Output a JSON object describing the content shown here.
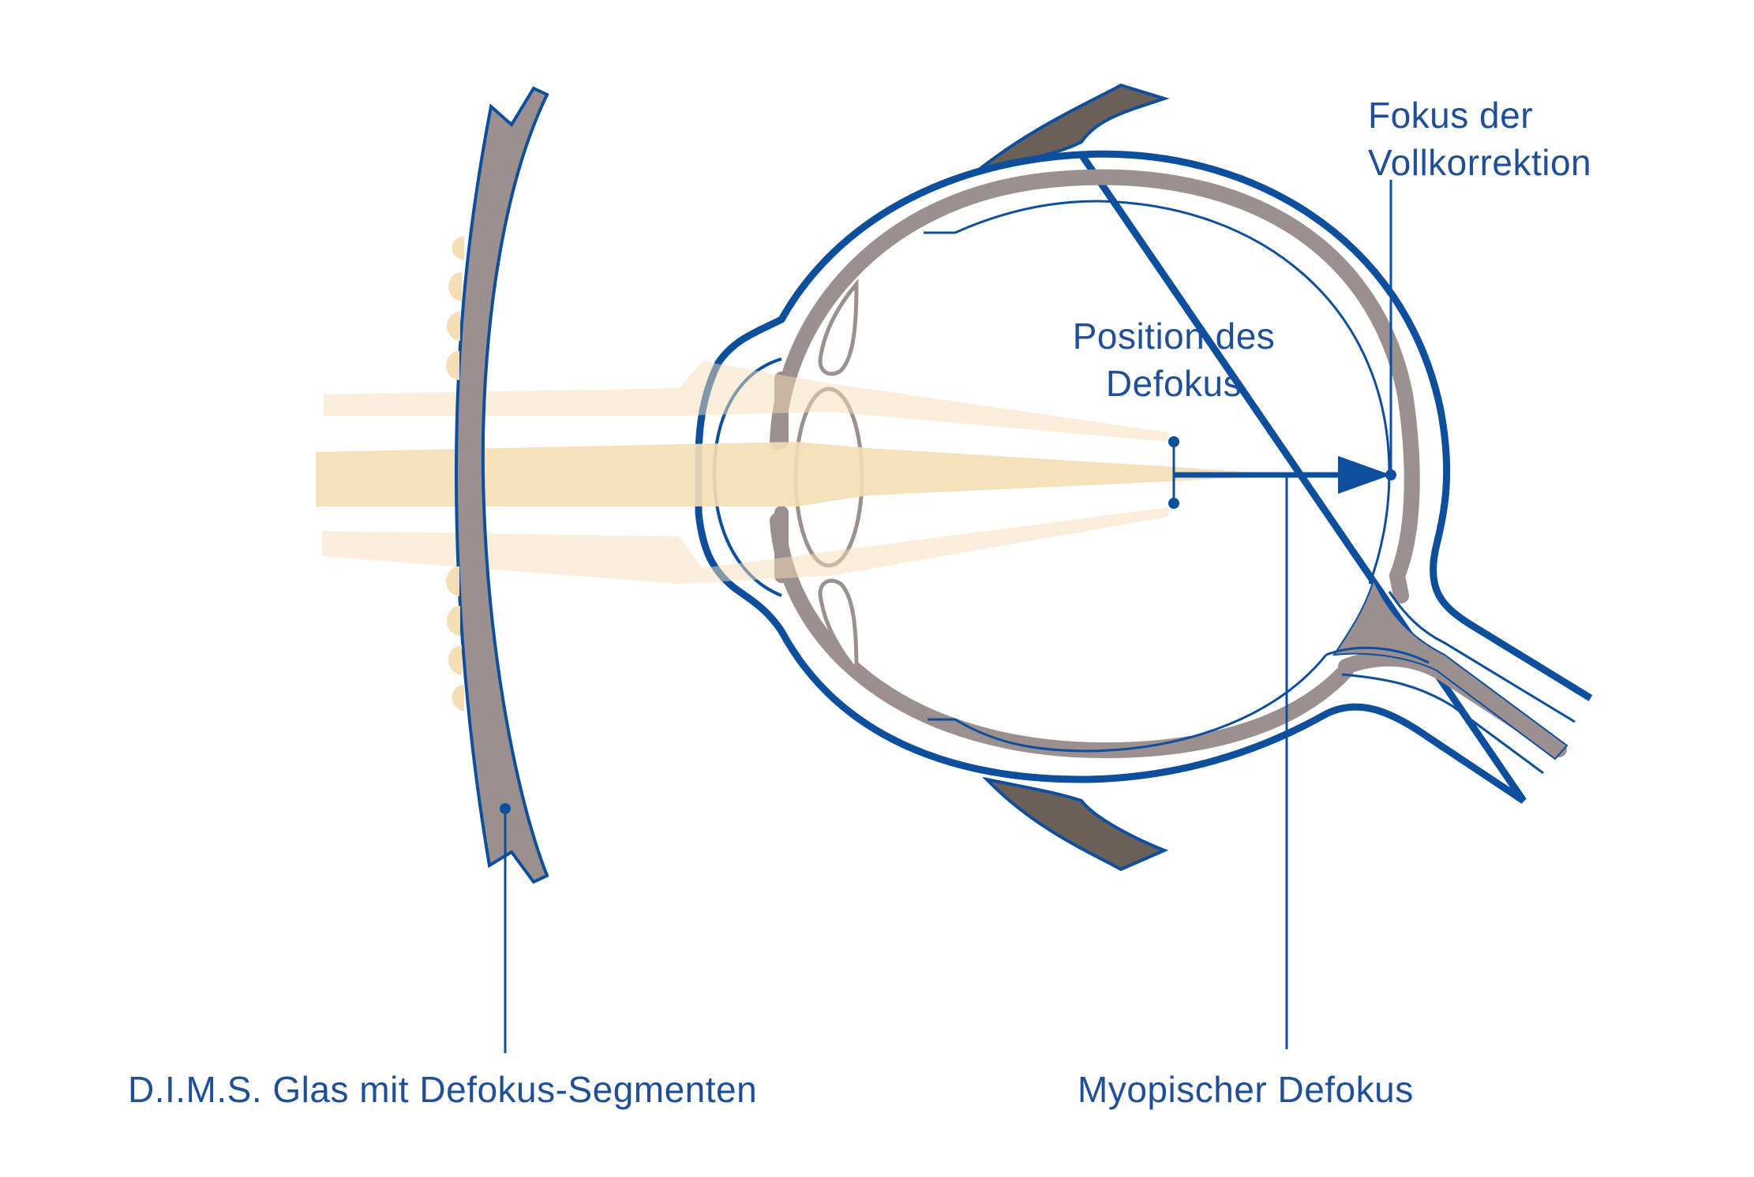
{
  "labels": {
    "full_correction_focus_line1": "Fokus der",
    "full_correction_focus_line2": "Vollkorrektion",
    "defocus_position_line1": "Position des",
    "defocus_position_line2": "Defokus",
    "lens_label": "D.I.M.S. Glas mit Defokus-Segmenten",
    "myopic_defocus_label": "Myopischer Defokus"
  },
  "colors": {
    "blue": "#0d4f9c",
    "label_blue": "#1f4f98",
    "gray": "#9c8f8f",
    "dark_brown": "#6b5f59",
    "light_beam": "#f5deb6",
    "segment": "#f5deb6"
  }
}
